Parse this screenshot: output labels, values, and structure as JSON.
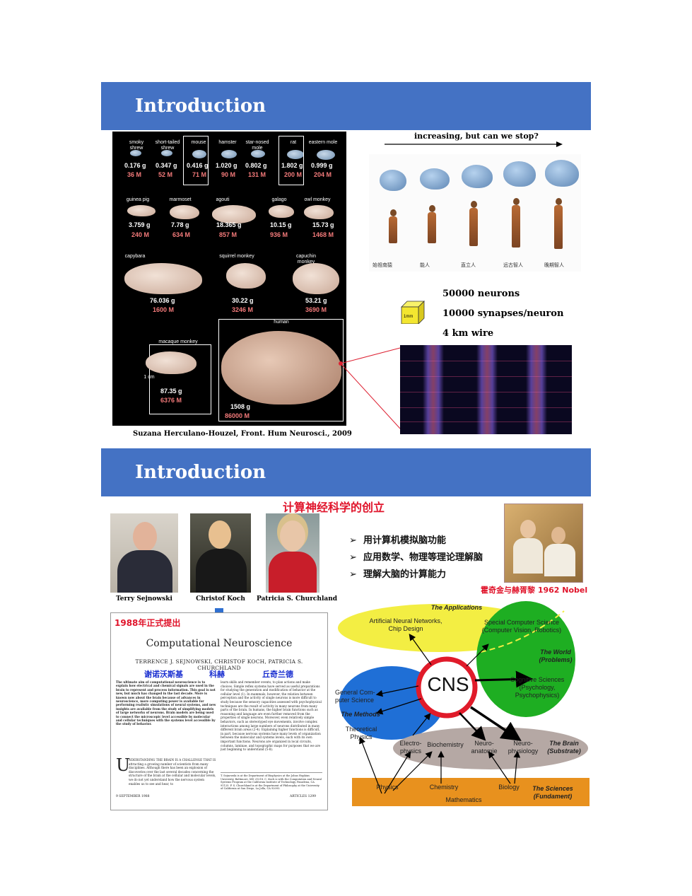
{
  "slide1": {
    "header": "Introduction",
    "row1": [
      {
        "name": "smoky\nshrew",
        "mass": "0.176 g",
        "count": "36 M"
      },
      {
        "name": "short-tailed\nshrew",
        "mass": "0.347 g",
        "count": "52 M"
      },
      {
        "name": "mouse",
        "mass": "0.416 g",
        "count": "71 M"
      },
      {
        "name": "hamster",
        "mass": "1.020 g",
        "count": "90 M"
      },
      {
        "name": "star-nosed\nmole",
        "mass": "0.802 g",
        "count": "131 M"
      },
      {
        "name": "rat",
        "mass": "1.802 g",
        "count": "200 M"
      },
      {
        "name": "eastern mole",
        "mass": "0.999 g",
        "count": "204 M"
      }
    ],
    "row2": [
      {
        "name": "guinea pig",
        "mass": "3.759 g",
        "count": "240 M"
      },
      {
        "name": "marmoset",
        "mass": "7.78 g",
        "count": "634 M"
      },
      {
        "name": "agouti",
        "mass": "18.365 g",
        "count": "857 M"
      },
      {
        "name": "galago",
        "mass": "10.15 g",
        "count": "936 M"
      },
      {
        "name": "owl monkey",
        "mass": "15.73 g",
        "count": "1468 M"
      }
    ],
    "row3": [
      {
        "name": "capybara",
        "mass": "76.036 g",
        "count": "1600 M"
      },
      {
        "name": "squirrel monkey",
        "mass": "30.22 g",
        "count": "3246 M"
      },
      {
        "name": "capuchin monkey",
        "mass": "53.21 g",
        "count": "3690 M"
      }
    ],
    "macaque": {
      "name": "macaque monkey",
      "mass": "87.35 g",
      "count": "6376 M",
      "scale": "1 cm"
    },
    "human": {
      "name": "human",
      "mass": "1508 g",
      "count": "86000 M"
    },
    "citation": "Suzana Herculano-Houzel, Front. Hum Neurosci., 2009",
    "evolution_title": "increasing, but can we stop?",
    "evolution_captions": [
      "始祖南猿",
      "能人",
      "直立人",
      "远古智人",
      "晚期智人"
    ],
    "cube_label": "1mm",
    "stats": [
      "50000 neurons",
      "10000 synapses/neuron",
      "4 km wire"
    ]
  },
  "slide2": {
    "header": "Introduction",
    "title": "计算神经科学的创立",
    "people": [
      "Terry Sejnowski",
      "Christof Koch",
      "Patricia S. Churchland"
    ],
    "bullets": [
      "用计算机模拟脑功能",
      "应用数学、物理等理论理解脑",
      "理解大脑的计算能力"
    ],
    "nobel_label": "霍奇金与赫胥黎 1962 Nobel",
    "paper": {
      "year_label": "1988年正式提出",
      "title": "Computational Neuroscience",
      "authors": "TERRENCE J. SEJNOWSKI, CHRISTOF KOCH, PATRICIA S. CHURCHLAND",
      "cn_authors": [
        "谢诺沃斯基",
        "科赫",
        "丘奇兰德"
      ],
      "abstract": "The ultimate aim of computational neuroscience is to explain how electrical and chemical signals are used in the brain to represent and process information. This goal is not new, but much has changed in the last decade. More is known now about the brain because of advances in neuroscience, more computing power is available for performing realistic simulations of neural systems, and new insights are available from the study of simplifying models of large networks of neurons. Brain models are being used to connect the microscopic level accessible by molecular and cellular techniques with the systems level accessible by the study of behavior.",
      "body_right": "learn skills and remember events, to plan actions and make choices. Simple reflex systems have served as useful preparations for studying the generation and modification of behavior at the cellular level (1). In mammals, however, the relation between perception and the activity of single neurons is more difficult to study because the sensory capacities assessed with psychophysical techniques are the result of activity in many neurons from many parts of the brain. In humans, the higher brain functions such as reasoning and language are even further removed from the properties of single neurons. Moreover, even relatively simple behaviors, such as stereotyped eye movements, involve complex interactions among large numbers of neurons distributed in many different brain areas (2-4). Explaining higher functions is difficult, in part, because nervous systems have many levels of organization between the molecular and systems levels, each with its own important functions. Neurons are organized in local circuits, columns, laminae, and topographic maps for purposes that we are just beginning to understand (5-8).",
      "body_left": "NDERSTANDING THE BRAIN IS A CHALLENGE THAT IS attracting a growing number of scientists from many disciplines. Although there has been an explosion of discoveries over the last several decades concerning the structure of the brain at the cellular and molecular levels, we do not yet understand how the nervous system enables us to see and hear, to",
      "affiliation": "T. Sejnowski is at the Department of Biophysics at the Johns Hopkins University, Baltimore, MD 21218. C. Koch is with the Computation and Neural Systems Program at the California Institute of Technology, Pasadena, CA 91125. P. S. Churchland is at the Department of Philosophy at the University of California at San Diego, La Jolla, CA 92093.",
      "footer_left": "9 SEPTEMBER 1988",
      "footer_right": "ARTICLES   1299"
    },
    "diagram": {
      "center": "CNS",
      "applications": "The Applications",
      "ann": "Artificial Neural Networks,\nChip Design",
      "special_cs": "Special Computer Science\n(Computer Vision, Robotics)",
      "world": "The World\n(Problems)",
      "cognitive": "Cognitive Sciences\n(Psychology,\nPsychophysics)",
      "general_cs": "General Com-\nputer Science",
      "methods": "The Methods",
      "theoretical": "Theoretical\nPhysics",
      "electro": "Electro-\nphysics",
      "biochem": "Biochemistry",
      "neuroanat": "Neuro-\nanatomie",
      "neurophys": "Neuro-\nphysiology",
      "brain": "The Brain\n(Substrate)",
      "physics": "Physics",
      "chemistry": "Chemistry",
      "biology": "Biology",
      "sciences": "The Sciences\n(Fundament)",
      "mathematics": "Mathematics"
    }
  }
}
